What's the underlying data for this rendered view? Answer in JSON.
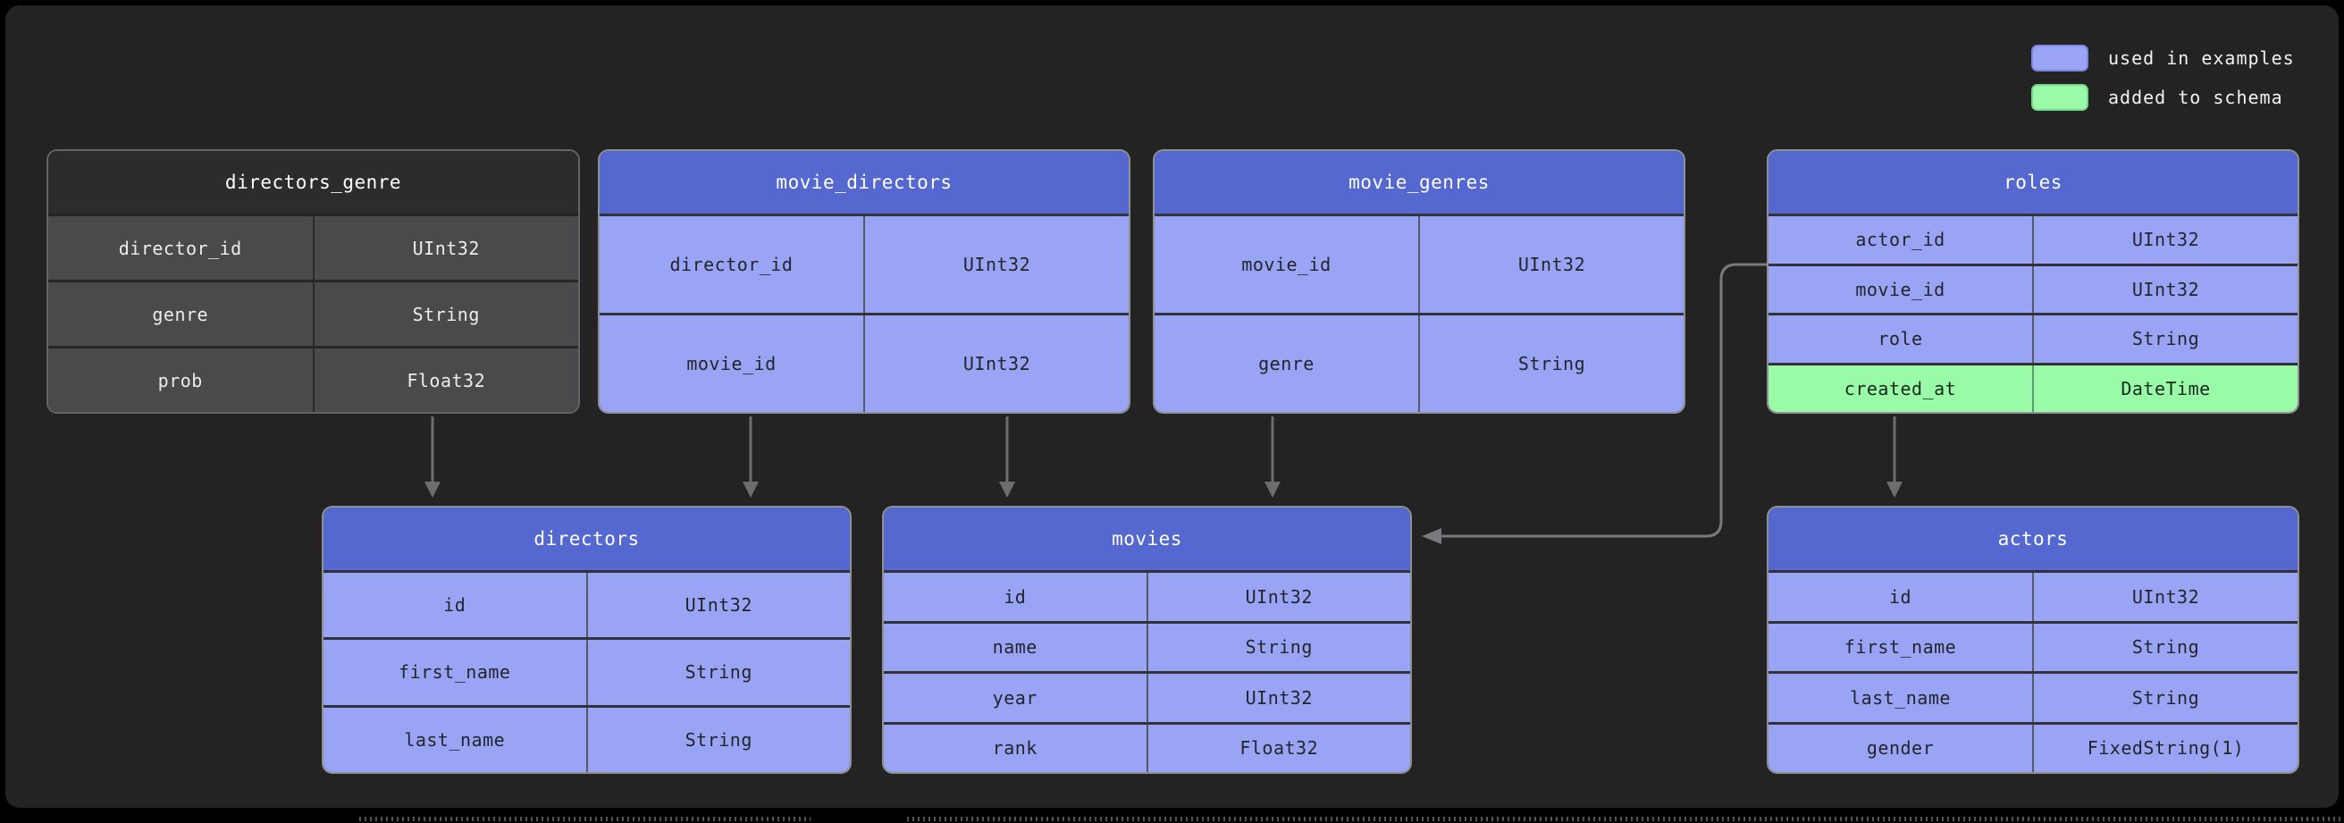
{
  "legend": {
    "items": [
      {
        "label": "used in examples",
        "color": "#9aa6f5"
      },
      {
        "label": "added to schema",
        "color": "#99fba8"
      }
    ]
  },
  "colors": {
    "background": "#232324",
    "blue_header": "#5468cf",
    "blue_row": "#99a5f4",
    "green_row": "#99fba8",
    "dark_header": "#2c2c2d",
    "dark_row": "#4a4a4c",
    "arrow": "#6d6d6d"
  },
  "tables": {
    "directors_genre": {
      "title": "directors_genre",
      "rows": [
        {
          "field": "director_id",
          "type": "UInt32"
        },
        {
          "field": "genre",
          "type": "String"
        },
        {
          "field": "prob",
          "type": "Float32"
        }
      ]
    },
    "movie_directors": {
      "title": "movie_directors",
      "rows": [
        {
          "field": "director_id",
          "type": "UInt32"
        },
        {
          "field": "movie_id",
          "type": "UInt32"
        }
      ]
    },
    "movie_genres": {
      "title": "movie_genres",
      "rows": [
        {
          "field": "movie_id",
          "type": "UInt32"
        },
        {
          "field": "genre",
          "type": "String"
        }
      ]
    },
    "roles": {
      "title": "roles",
      "rows": [
        {
          "field": "actor_id",
          "type": "UInt32"
        },
        {
          "field": "movie_id",
          "type": "UInt32"
        },
        {
          "field": "role",
          "type": "String"
        },
        {
          "field": "created_at",
          "type": "DateTime",
          "highlight": "added to schema"
        }
      ]
    },
    "directors": {
      "title": "directors",
      "rows": [
        {
          "field": "id",
          "type": "UInt32"
        },
        {
          "field": "first_name",
          "type": "String"
        },
        {
          "field": "last_name",
          "type": "String"
        }
      ]
    },
    "movies": {
      "title": "movies",
      "rows": [
        {
          "field": "id",
          "type": "UInt32"
        },
        {
          "field": "name",
          "type": "String"
        },
        {
          "field": "year",
          "type": "UInt32"
        },
        {
          "field": "rank",
          "type": "Float32"
        }
      ]
    },
    "actors": {
      "title": "actors",
      "rows": [
        {
          "field": "id",
          "type": "UInt32"
        },
        {
          "field": "first_name",
          "type": "String"
        },
        {
          "field": "last_name",
          "type": "String"
        },
        {
          "field": "gender",
          "type": "FixedString(1)"
        }
      ]
    }
  }
}
